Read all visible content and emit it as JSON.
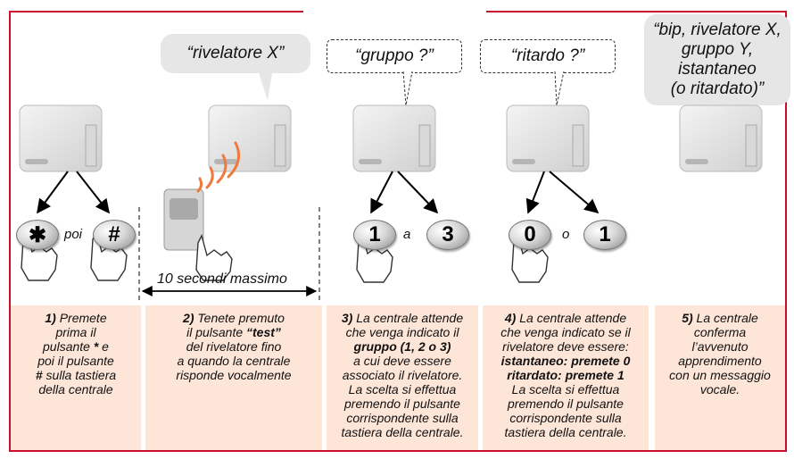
{
  "bubbles": {
    "b1": "“rivelatore X”",
    "b2": "“gruppo ?”",
    "b3": "“ritardo ?”",
    "b4_line1": "“bip, rivelatore X,",
    "b4_line2": "gruppo Y,",
    "b4_line3": "istantaneo",
    "b4_line4": "(o ritardato)”"
  },
  "keys": {
    "k_star": "✱",
    "k_hash": "#",
    "k_1a": "1",
    "k_3": "3",
    "k_0": "0",
    "k_1b": "1"
  },
  "words": {
    "poi": "poi",
    "a": "a",
    "o": "o"
  },
  "timer": "10 secondi massimo",
  "panels": {
    "p1": {
      "num": "1)",
      "l1": " Premete",
      "l2": "prima il",
      "l3": "pulsante ",
      "star": "*",
      "l3b": " e",
      "l4": "poi il pulsante",
      "hash": "#",
      "l5": " sulla tastiera",
      "l6": "della centrale"
    },
    "p2": {
      "num": "2)",
      "l1": " Tenete premuto",
      "l2": "il pulsante ",
      "test": "“test”",
      "l3": "del rivelatore fino",
      "l4": "a quando la centrale",
      "l5": "risponde vocalmente"
    },
    "p3": {
      "num": "3)",
      "l1": " La centrale attende",
      "l2": "che venga indicato il",
      "gruppo": "gruppo (1, 2 o 3)",
      "l4": "a cui deve essere",
      "l5": "associato il rivelatore.",
      "l6": "La scelta si effettua",
      "l7": "premendo il pulsante",
      "l8": "corrispondente sulla",
      "l9": "tastiera della centrale."
    },
    "p4": {
      "num": "4)",
      "l1": " La centrale attende",
      "l2": "che venga indicato se il",
      "l3": "rivelatore deve essere:",
      "ist": "istantaneo: premete 0",
      "rit": "ritardato: premete 1",
      "l6": "La scelta si effettua",
      "l7": "premendo il pulsante",
      "l8": "corrispondente sulla",
      "l9": "tastiera della centrale."
    },
    "p5": {
      "num": "5)",
      "l1": " La centrale",
      "l2": "conferma",
      "l3": "l’avvenuto",
      "l4": "apprendimento",
      "l5": "con un messaggio",
      "l6": "vocale."
    }
  },
  "colors": {
    "frame": "#c8102e",
    "panel": "#fde5d8",
    "wave": "#f07a3c"
  }
}
